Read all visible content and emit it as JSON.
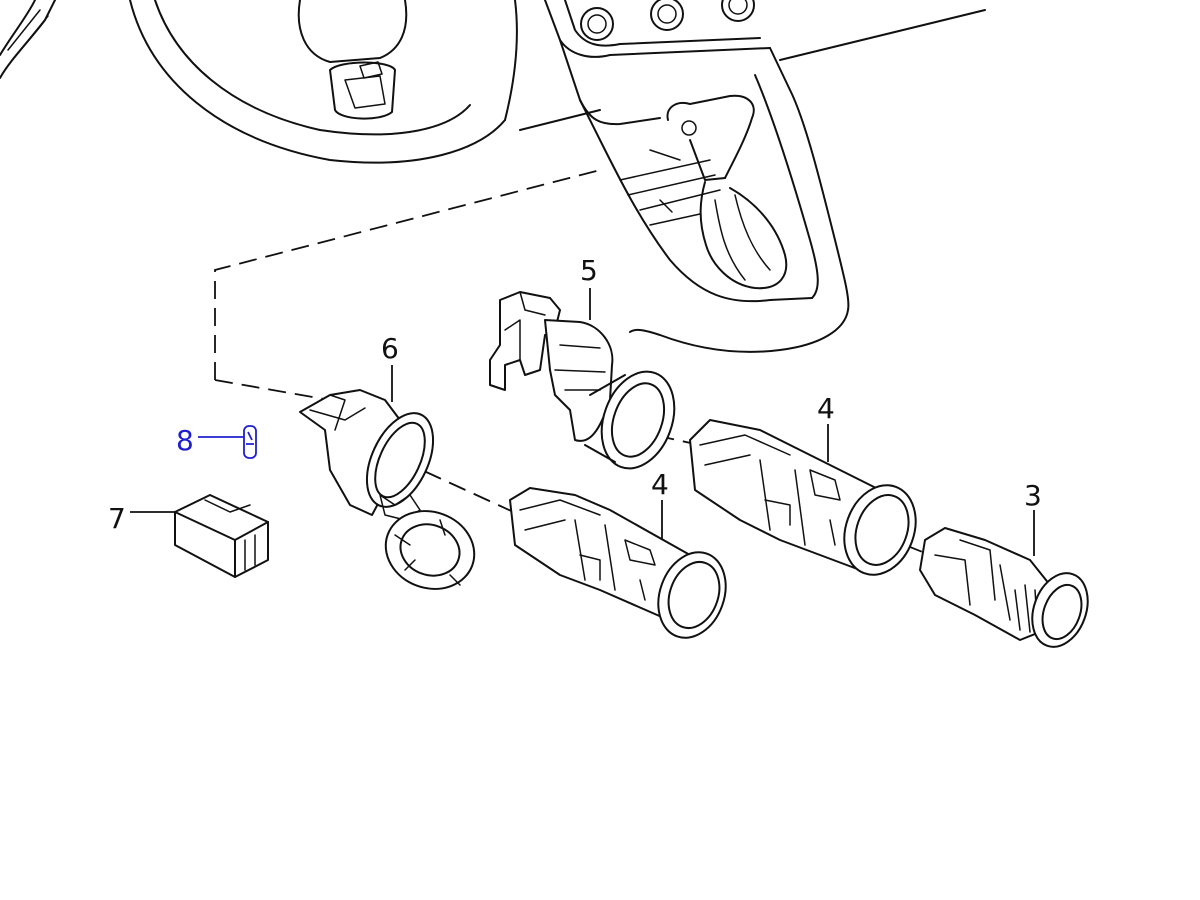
{
  "callouts": [
    {
      "id": "3",
      "text": "3",
      "highlight": false
    },
    {
      "id": "4a",
      "text": "4",
      "highlight": false
    },
    {
      "id": "4b",
      "text": "4",
      "highlight": false
    },
    {
      "id": "5",
      "text": "5",
      "highlight": false
    },
    {
      "id": "6",
      "text": "6",
      "highlight": false
    },
    {
      "id": "7",
      "text": "7",
      "highlight": false
    },
    {
      "id": "8",
      "text": "8",
      "highlight": true
    }
  ],
  "colors": {
    "line": "#111111",
    "highlight": "#1f1fd0",
    "background": "#ffffff"
  }
}
